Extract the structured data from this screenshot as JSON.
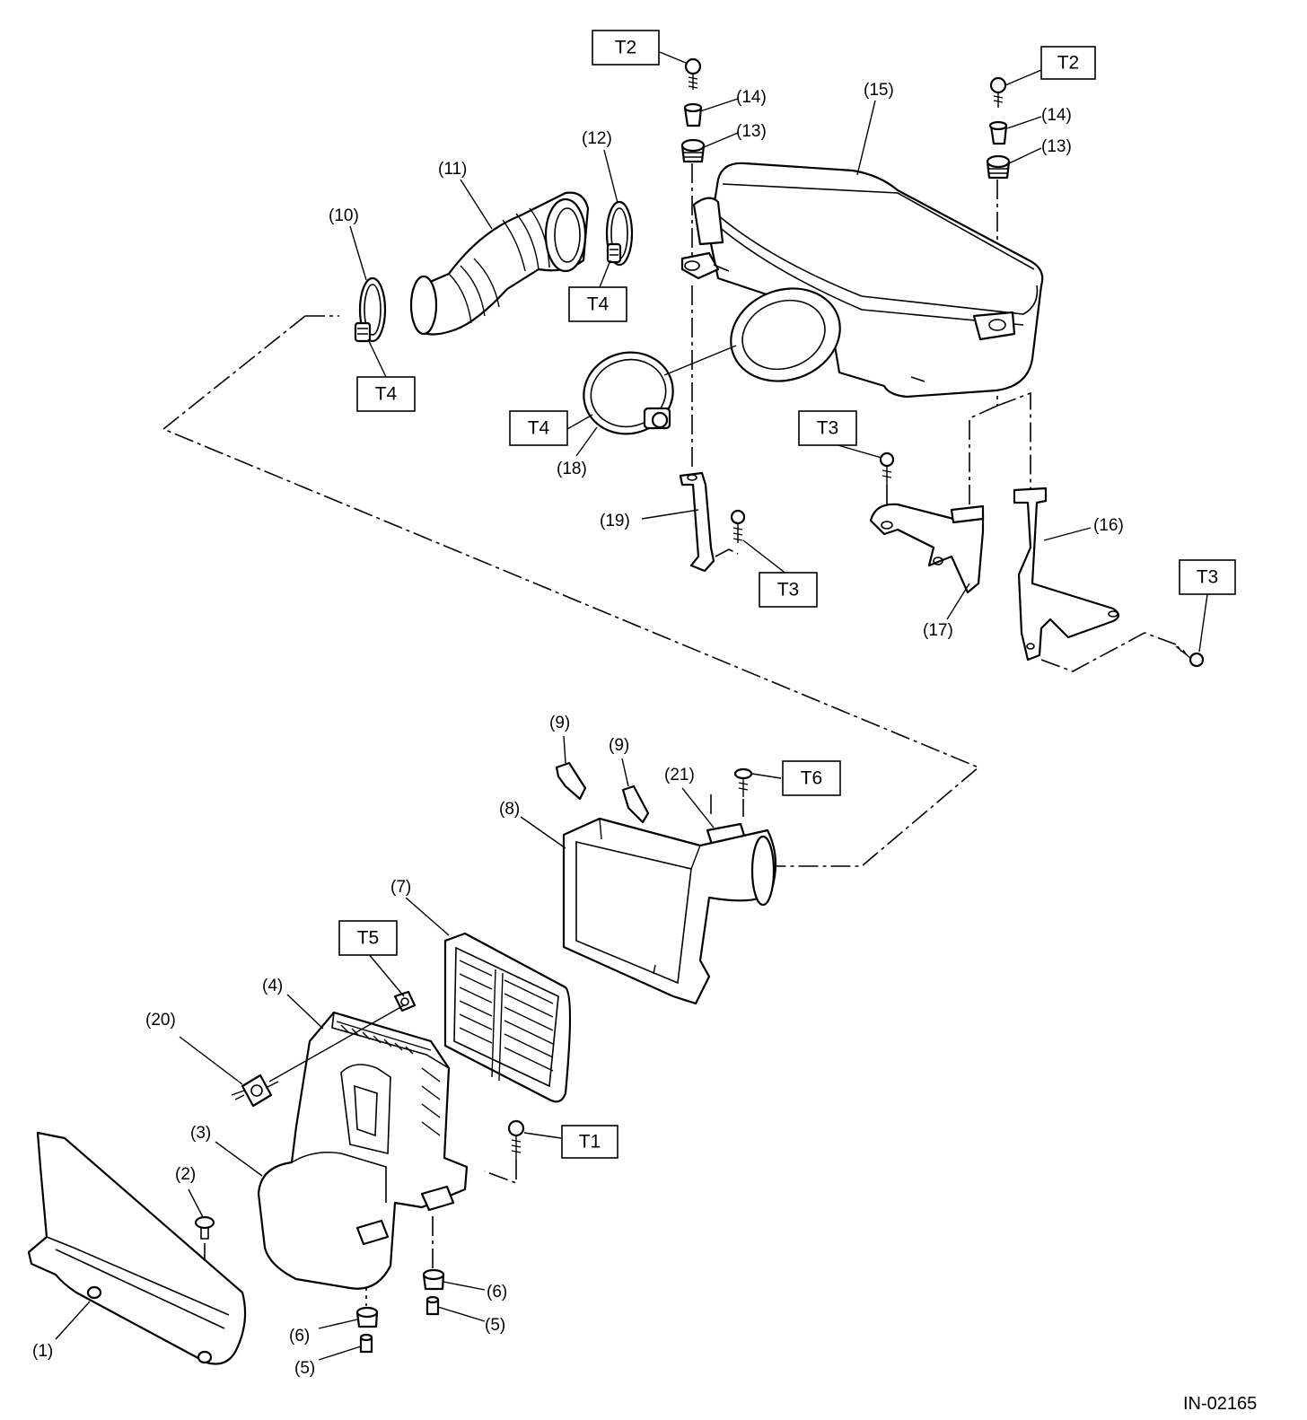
{
  "diagram": {
    "reference_code": "IN-02165",
    "part_callouts": {
      "p1": "(1)",
      "p2": "(2)",
      "p3": "(3)",
      "p4": "(4)",
      "p5a": "(5)",
      "p5b": "(5)",
      "p6a": "(6)",
      "p6b": "(6)",
      "p7": "(7)",
      "p8": "(8)",
      "p9a": "(9)",
      "p9b": "(9)",
      "p10": "(10)",
      "p11": "(11)",
      "p12": "(12)",
      "p13a": "(13)",
      "p13b": "(13)",
      "p14a": "(14)",
      "p14b": "(14)",
      "p15": "(15)",
      "p16": "(16)",
      "p17": "(17)",
      "p18": "(18)",
      "p19": "(19)",
      "p20": "(20)",
      "p21": "(21)"
    },
    "torque_labels": {
      "t2_left": "T2",
      "t2_right": "T2",
      "t4_hose_clamp": "T4",
      "t4_clamp_10": "T4",
      "t4_clamp_18": "T4",
      "t3_bracket_17": "T3",
      "t3_bracket_19": "T3",
      "t3_bracket_16": "T3",
      "t6": "T6",
      "t5": "T5",
      "t1": "T1"
    }
  }
}
